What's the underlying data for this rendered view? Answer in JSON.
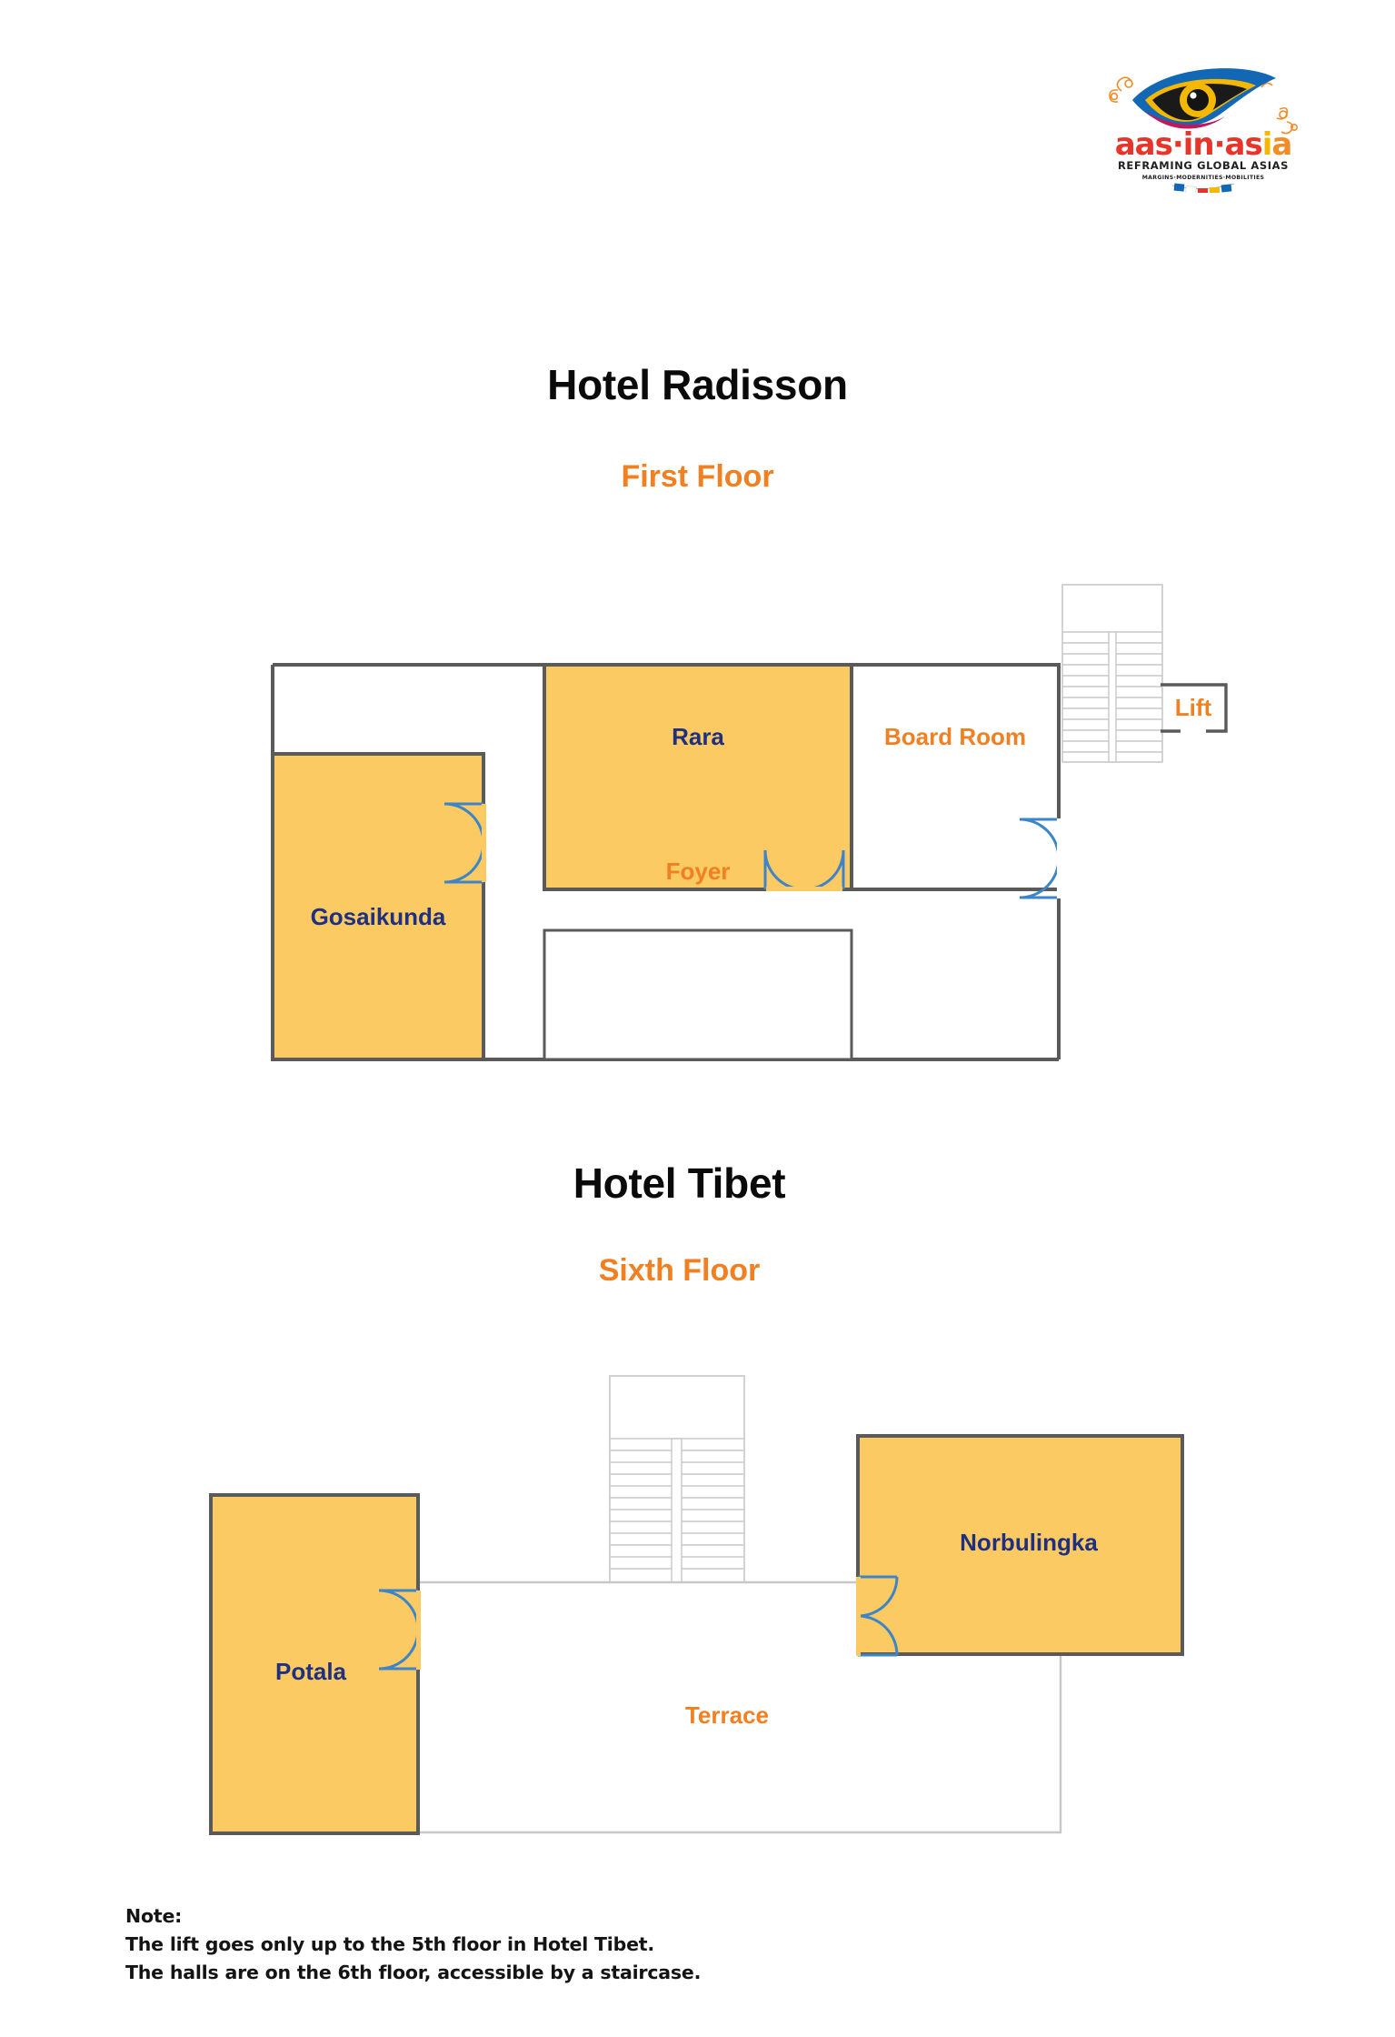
{
  "logo": {
    "name": "aas-in-asia-logo",
    "wordmark": "aas·in·asia",
    "tagline": "REFRAMING GLOBAL ASIAS",
    "subtagline": "MARGINS·MODERNITIES·MOBILITIES"
  },
  "sections": [
    {
      "id": "radisson",
      "hotel": "Hotel Radisson",
      "floor": "First Floor",
      "rooms": [
        {
          "key": "gosaikunda",
          "label": "Gosaikunda",
          "kind": "hall"
        },
        {
          "key": "rara",
          "label": "Rara",
          "kind": "hall"
        },
        {
          "key": "board_room",
          "label": "Board Room",
          "kind": "space"
        },
        {
          "key": "foyer",
          "label": "Foyer",
          "kind": "space"
        },
        {
          "key": "lift",
          "label": "Lift",
          "kind": "space"
        }
      ]
    },
    {
      "id": "tibet",
      "hotel": "Hotel Tibet",
      "floor": "Sixth Floor",
      "rooms": [
        {
          "key": "potala",
          "label": "Potala",
          "kind": "hall"
        },
        {
          "key": "norbulingka",
          "label": "Norbulingka",
          "kind": "hall"
        },
        {
          "key": "terrace",
          "label": "Terrace",
          "kind": "space"
        }
      ]
    }
  ],
  "note": {
    "heading": "Note:",
    "line1": "The lift goes only up to the 5th floor in Hotel Tibet.",
    "line2": "The halls are on the 6th floor, accessible by a staircase."
  },
  "colors": {
    "hall_fill": "#FCCA62",
    "hall_label": "#1F3081",
    "space_label": "#F08022",
    "wall": "#5A5A5A",
    "thin_wall": "#C8C8C8",
    "door": "#3D85C8",
    "title": "#0A0A0A",
    "logo_red": "#E8352B",
    "logo_orange": "#F28C28",
    "logo_yellow": "#F5B800",
    "logo_blue": "#1368B5",
    "logo_dark": "#231F20"
  }
}
